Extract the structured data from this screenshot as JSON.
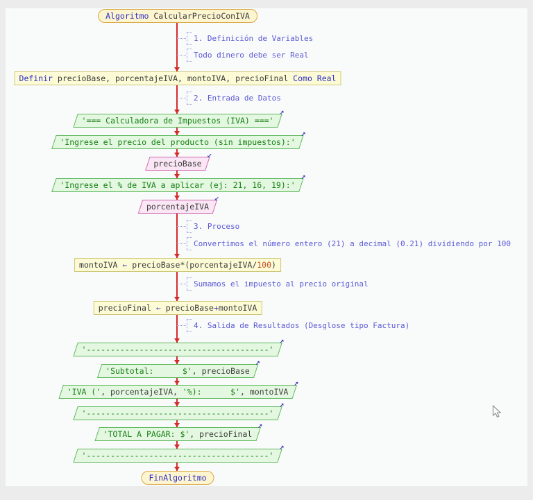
{
  "colors": {
    "keyword": "#2e2ec4",
    "ident": "#3b3b3b",
    "string": "#168016",
    "number": "#c1502a",
    "operator": "#4343c6",
    "comment": "#5a5ad6",
    "flow_line": "#d42a2a",
    "proc_fill": "#fcfbd6",
    "proc_border": "#cfc87a",
    "io_out_fill": "#e4f7e0",
    "io_out_border": "#5cb85c",
    "io_in_fill": "#fae6f4",
    "io_in_border": "#cf67ad",
    "pill_fill": "#fdf5d0",
    "pill_border": "#d9a846",
    "arrow_icon": "#2a2ab8"
  },
  "icons": {
    "output_arrow": "↗",
    "input_arrow": "↙"
  },
  "start": {
    "keyword": "Algoritmo ",
    "name": "CalcularPrecioConIVA"
  },
  "end_label": "FinAlgoritmo",
  "declare": {
    "kw_define": "Definir ",
    "variables": "precioBase, porcentajeIVA, montoIVA, precioFinal ",
    "kw_as": "Como Real"
  },
  "comments": {
    "c1": "1. Definición de Variables",
    "c2": "Todo dinero debe ser Real",
    "c3": "2. Entrada de Datos",
    "c4": "3. Proceso",
    "c5": "Convertimos el número entero (21) a decimal (0.21) dividiendo por 100",
    "c6": "Sumamos el impuesto al precio original",
    "c7": "4. Salida de Resultados (Desglose tipo Factura)"
  },
  "writes": {
    "w1": "'=== Calculadora de Impuestos (IVA) ==='",
    "w2": "'Ingrese el precio del producto (sin impuestos):'",
    "w3": "'Ingrese el % de IVA a aplicar (ej: 21, 16, 19):'",
    "dashes": "'--------------------------------------'",
    "w4_str": "'Subtotal:      $'",
    "w4_rest": ", precioBase",
    "w5_s1": "'IVA ('",
    "w5_mid": ", porcentajeIVA, ",
    "w5_s2": "'%):      $'",
    "w5_rest": ", montoIVA",
    "w6_str": "'TOTAL A PAGAR: $'",
    "w6_rest": ", precioFinal"
  },
  "reads": {
    "r1": "precioBase",
    "r2": "porcentajeIVA"
  },
  "assigns": {
    "a1_lhs": "montoIVA ",
    "a1_op": "←",
    "a1_mid": " precioBase*(porcentajeIVA/",
    "a1_num": "100",
    "a1_close": ")",
    "a2_lhs": "precioFinal ",
    "a2_op": "←",
    "a2_mid": " precioBase",
    "a2_plus": "+",
    "a2_rhs": "montoIVA"
  }
}
